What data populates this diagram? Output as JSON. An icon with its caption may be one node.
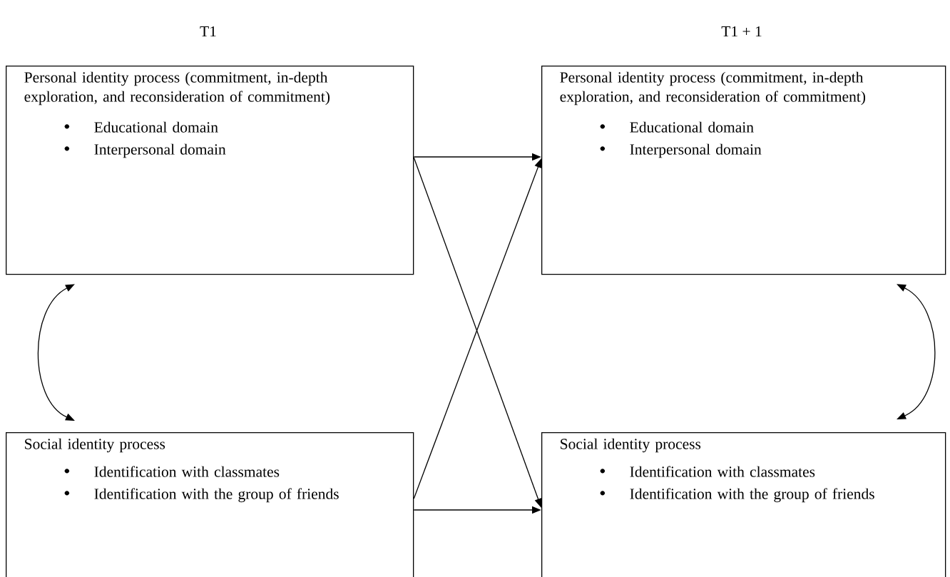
{
  "diagram": {
    "nodes": [
      {
        "text": [
          "Personal identity process (commitment, in-depth exploration, and reconsideration of commitment)",
          "Educational domain",
          "Interpersonal domain"
        ]
      },
      {
        "text": [
          "Personal identity process (commitment, in-depth exploration, and reconsideration of commitment)",
          "Educational domain",
          "Interpersonal domain"
        ]
      },
      {
        "text": [
          "Social identity process",
          "Identification with classmates",
          "Identification with the group of friends"
        ]
      },
      {
        "text": [
          "Social identity process",
          "Identification with classmates",
          "Identification with the group of friends"
        ]
      }
    ],
    "edges": [
      {
        "from": 0,
        "to": 1,
        "arrow": "to"
      },
      {
        "from": 0,
        "to": 3,
        "arrow": "to"
      },
      {
        "from": 2,
        "to": 1,
        "arrow": "to"
      },
      {
        "from": 2,
        "to": 3,
        "arrow": "to"
      },
      {
        "from": 0,
        "to": 2,
        "arrow": "both"
      },
      {
        "from": 1,
        "to": 3,
        "arrow": "both"
      }
    ],
    "labels": [
      "T1",
      "T1 + 1"
    ]
  }
}
